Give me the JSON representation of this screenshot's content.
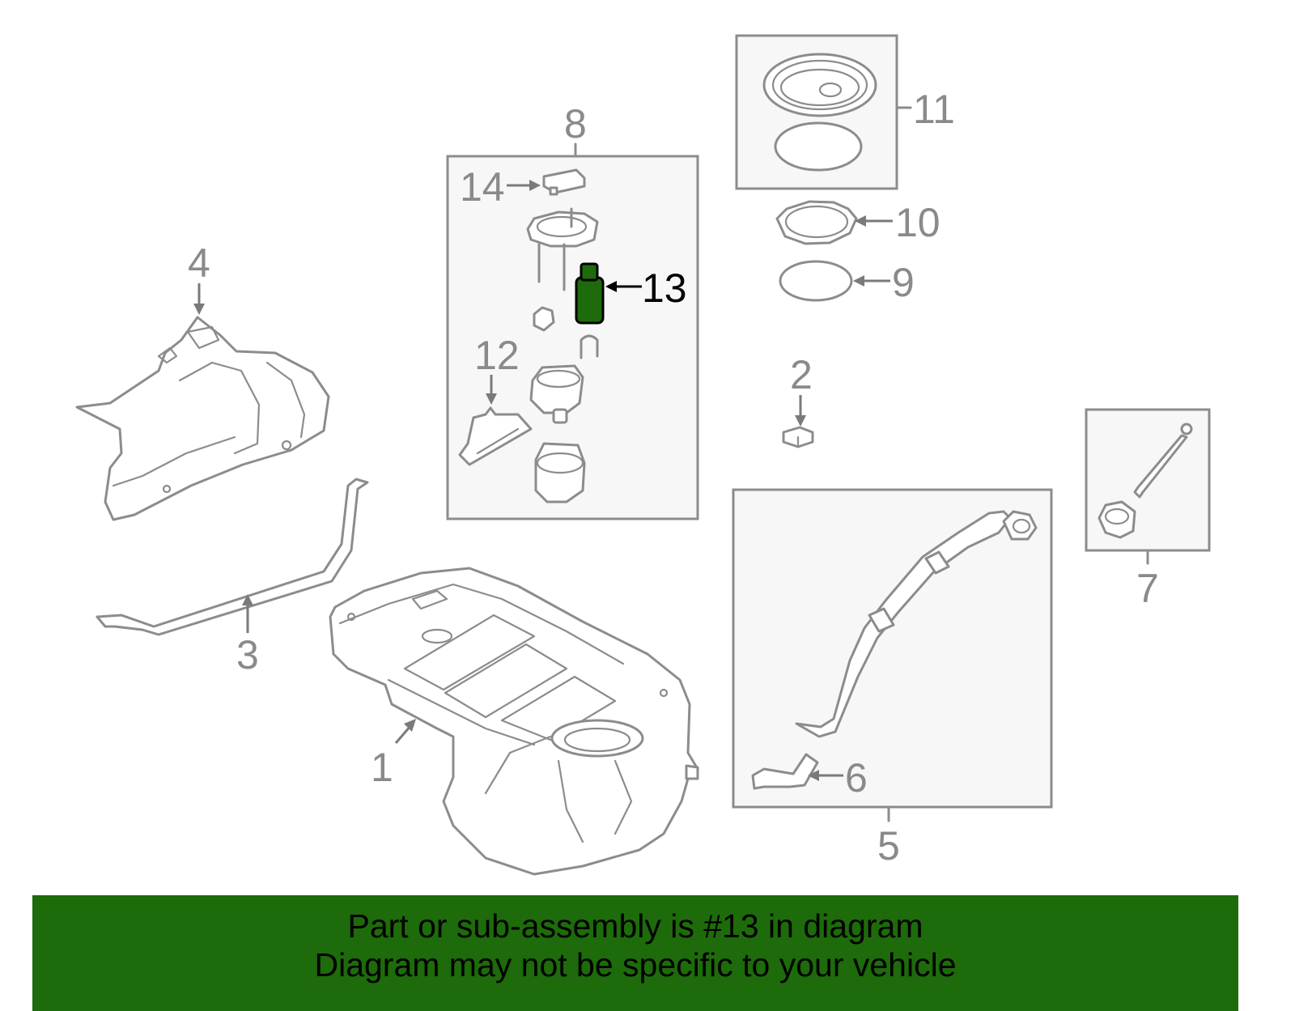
{
  "callouts": {
    "c1": "1",
    "c2": "2",
    "c3": "3",
    "c4": "4",
    "c5": "5",
    "c6": "6",
    "c7": "7",
    "c8": "8",
    "c9": "9",
    "c10": "10",
    "c11": "11",
    "c12": "12",
    "c13": "13",
    "c14": "14"
  },
  "highlight": {
    "part_number": "13",
    "color": "#1d6b0a"
  },
  "banner": {
    "line1": "Part or sub-assembly is #13 in diagram",
    "line2": "Diagram may not be specific to your vehicle",
    "background": "#1d6b0a"
  }
}
